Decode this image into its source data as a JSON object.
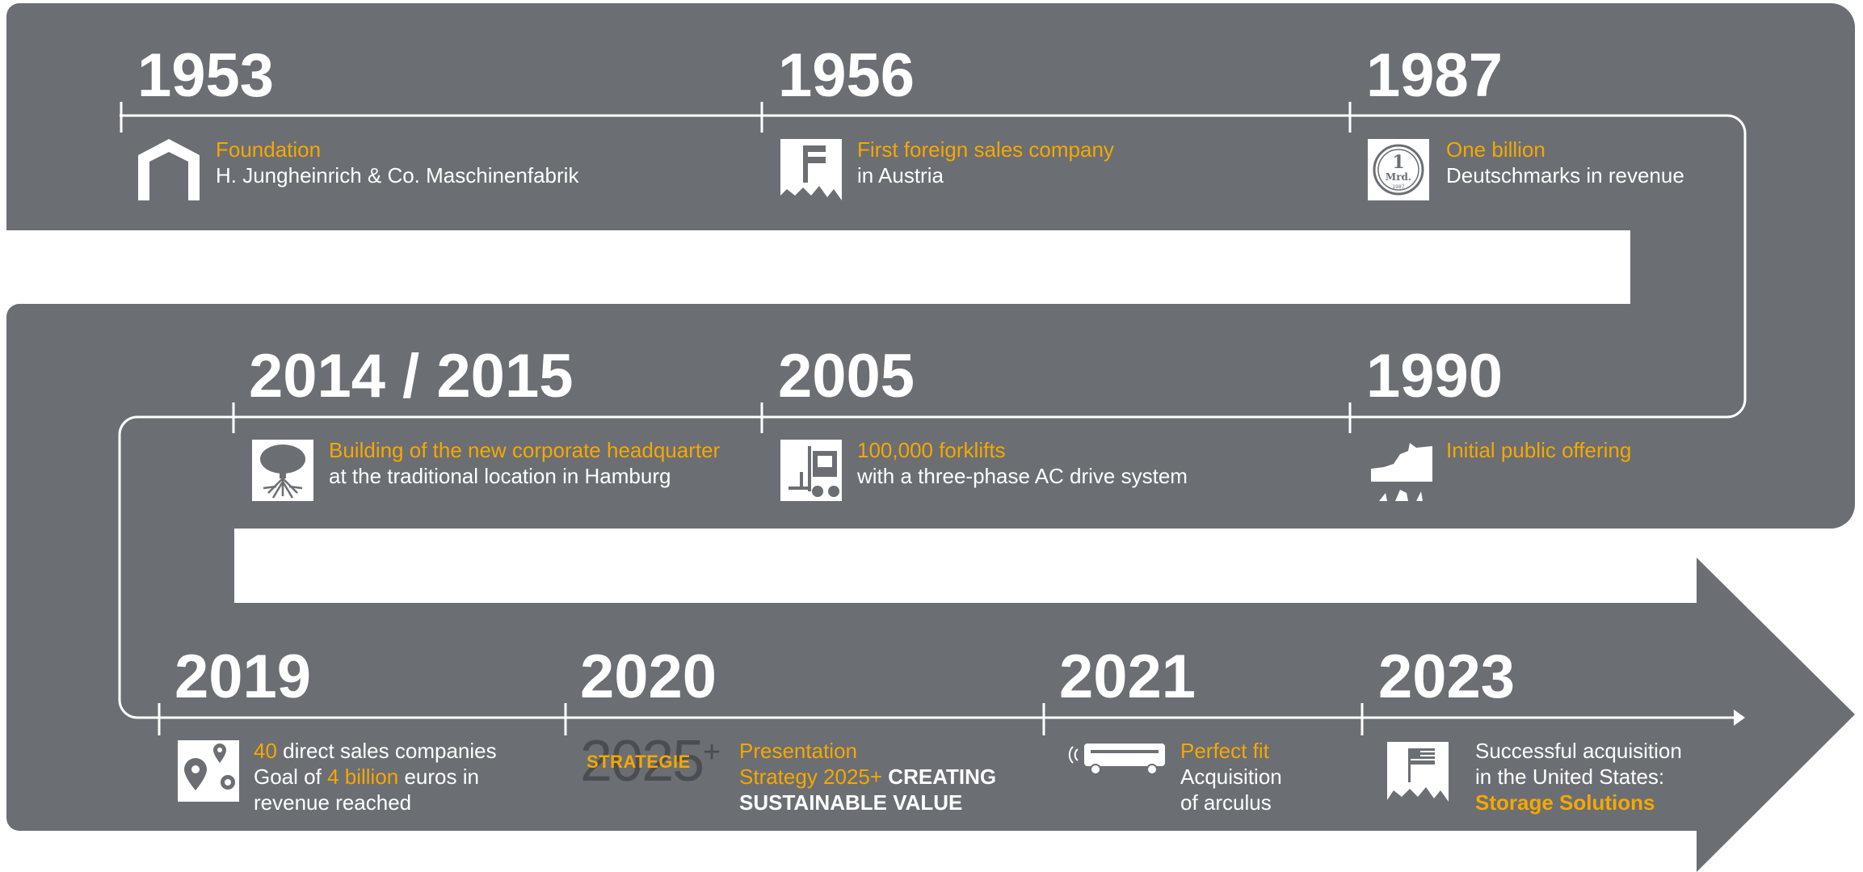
{
  "colors": {
    "band": "#6b6e73",
    "accent": "#f5a800",
    "text": "#ffffff",
    "background": "#ffffff"
  },
  "milestones": [
    {
      "year": "1953",
      "icon": "building-icon",
      "title": "Foundation",
      "line1": "H. Jungheinrich & Co. Maschinenfabrik"
    },
    {
      "year": "1956",
      "icon": "flag-map-icon",
      "title": "First foreign sales company",
      "line1": "in Austria"
    },
    {
      "year": "1987",
      "icon": "billion-coin-icon",
      "coin_value": "1",
      "coin_label": "Mrd.",
      "coin_year": "1987",
      "title": "One billion",
      "line1": "Deutschmarks in revenue"
    },
    {
      "year": "1990",
      "icon": "bull-bear-icon",
      "title": "Initial public offering"
    },
    {
      "year": "2005",
      "icon": "forklift-icon",
      "title": "100,000 forklifts",
      "line1": "with a three-phase AC drive system"
    },
    {
      "year": "2014 / 2015",
      "icon": "tree-icon",
      "title": "Building of the new corporate headquarter",
      "line1": "at the traditional location in Hamburg"
    },
    {
      "year": "2019",
      "icon": "location-pins-icon",
      "count": "40",
      "line1_rest": " direct sales companies",
      "goal_prefix": "Goal of ",
      "goal_value": "4 billion",
      "goal_suffix": " euros in",
      "line3": "revenue reached"
    },
    {
      "year": "2020",
      "icon": "strategy-2025-logo",
      "logo_number": "2025",
      "logo_plus": "+",
      "logo_word": "STRATEGIE",
      "title": "Presentation",
      "line1_accent": "Strategy 2025+",
      "line1_bold": " CREATING",
      "line2_bold": "SUSTAINABLE VALUE"
    },
    {
      "year": "2021",
      "icon": "autonomous-vehicle-icon",
      "title": "Perfect fit",
      "line1": "Acquisition",
      "line2": "of arculus"
    },
    {
      "year": "2023",
      "icon": "usa-flag-map-icon",
      "line1": "Successful acquisition",
      "line2": "in the United States:",
      "line3_bold": "Storage Solutions"
    }
  ]
}
